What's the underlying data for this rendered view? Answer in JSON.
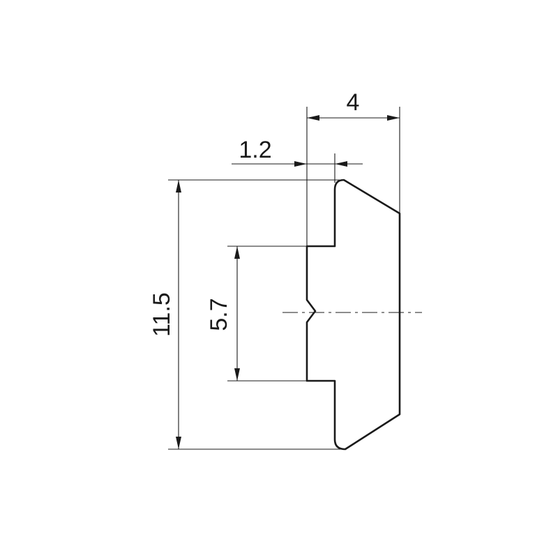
{
  "drawing": {
    "dimensions": {
      "width_overall": "4",
      "tab_width": "1.2",
      "height_overall": "11.5",
      "slot_height": "5.7"
    },
    "stroke_color": "#1a1a1a",
    "background_color": "#ffffff"
  }
}
